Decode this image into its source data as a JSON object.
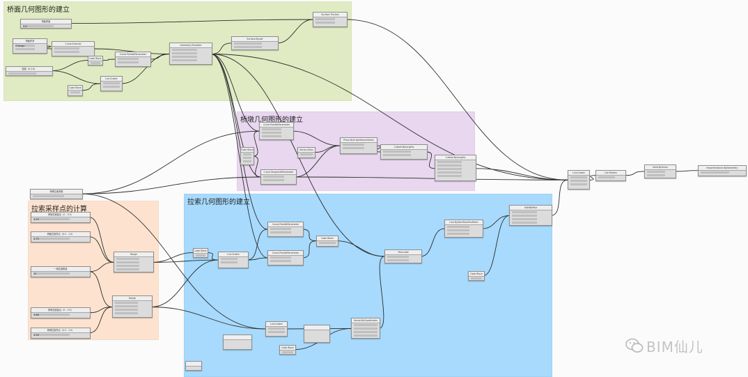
{
  "groups": [
    {
      "id": "g_deck",
      "title": "桥面几何图形的建立",
      "color": "#e1ebc3"
    },
    {
      "id": "g_tower",
      "title": "桥墩几何图形的建立",
      "color": "#e8d7ef"
    },
    {
      "id": "g_sample",
      "title": "拉索采样点的计算",
      "color": "#fde3cf"
    },
    {
      "id": "g_cable",
      "title": "拉索几何图形的建立",
      "color": "#a7dafd"
    }
  ],
  "nodes": [
    {
      "id": "n1",
      "label": "Surface.Thicken"
    },
    {
      "id": "n2",
      "label": "桥面厚度",
      "value": "0.8"
    },
    {
      "id": "n3",
      "label": "桥面形状",
      "value": "Change"
    },
    {
      "id": "n4",
      "label": "Curve.Extrude"
    },
    {
      "id": "n5",
      "label": "Curve.PointAtParameter"
    },
    {
      "id": "n6",
      "label": "Geometry.Translate"
    },
    {
      "id": "n7",
      "label": "Surface.ByLoft"
    },
    {
      "id": "n8",
      "label": "弧线（0-2.8）"
    },
    {
      "id": "n9",
      "label": "Code Block"
    },
    {
      "id": "n10",
      "label": "List.Create"
    },
    {
      "id": "n11",
      "label": "Code Block"
    },
    {
      "id": "n12",
      "label": "Curve.PointAtParameter"
    },
    {
      "id": "n13",
      "label": "Code Block"
    },
    {
      "id": "n14",
      "label": "Vector.ZAxis"
    },
    {
      "id": "n15",
      "label": "Plane.ByOriginNormalXAxis"
    },
    {
      "id": "n16",
      "label": "Curve.TangentAtParameter"
    },
    {
      "id": "n17",
      "label": "Cuboid.ByLengths"
    },
    {
      "id": "n18",
      "label": "Cuboid.ByLengths"
    },
    {
      "id": "n19",
      "label": "List.Create"
    },
    {
      "id": "n20",
      "label": "List.Flatten"
    },
    {
      "id": "n21",
      "label": "Solid.ByUnion"
    },
    {
      "id": "n22",
      "label": "ImportInstance.ByGeometry"
    },
    {
      "id": "n23",
      "label": "桥墩位置参数"
    },
    {
      "id": "n24",
      "label": "桥面拉索起点（0 - 0.5）",
      "value": "0.25"
    },
    {
      "id": "n25",
      "label": "桥面拉索终点（0.5 - 1.0）",
      "value": "0.75"
    },
    {
      "id": "n26",
      "label": "一侧拉索数量",
      "value": "12"
    },
    {
      "id": "n27",
      "label": "桥墩拉索起点（0 - 0.5）",
      "value": "0.88"
    },
    {
      "id": "n28",
      "label": "桥墩拉索终点（0.5 - 1.0）",
      "value": "0.95"
    },
    {
      "id": "n29",
      "label": "Range"
    },
    {
      "id": "n30",
      "label": "Range"
    },
    {
      "id": "n31",
      "label": "Code Block"
    },
    {
      "id": "n32",
      "label": "Curve.PointAtParameter"
    },
    {
      "id": "n33",
      "label": "Curve.PointAtParameter"
    },
    {
      "id": "n34",
      "label": "List.Create"
    },
    {
      "id": "n35",
      "label": "Line.ByStartPointEndPoint"
    },
    {
      "id": "n36",
      "label": "Point.Add"
    },
    {
      "id": "n37",
      "label": "Code Block"
    },
    {
      "id": "n38",
      "label": "Code Block"
    },
    {
      "id": "n39",
      "label": "Vector.ByCoordinates"
    },
    {
      "id": "n40",
      "label": "List.Create"
    },
    {
      "id": "n41",
      "label": "Code Block"
    },
    {
      "id": "n42",
      "label": "SolidByPipe"
    }
  ],
  "watermark": {
    "text": "BIM仙儿",
    "icon": "wechat-icon"
  }
}
